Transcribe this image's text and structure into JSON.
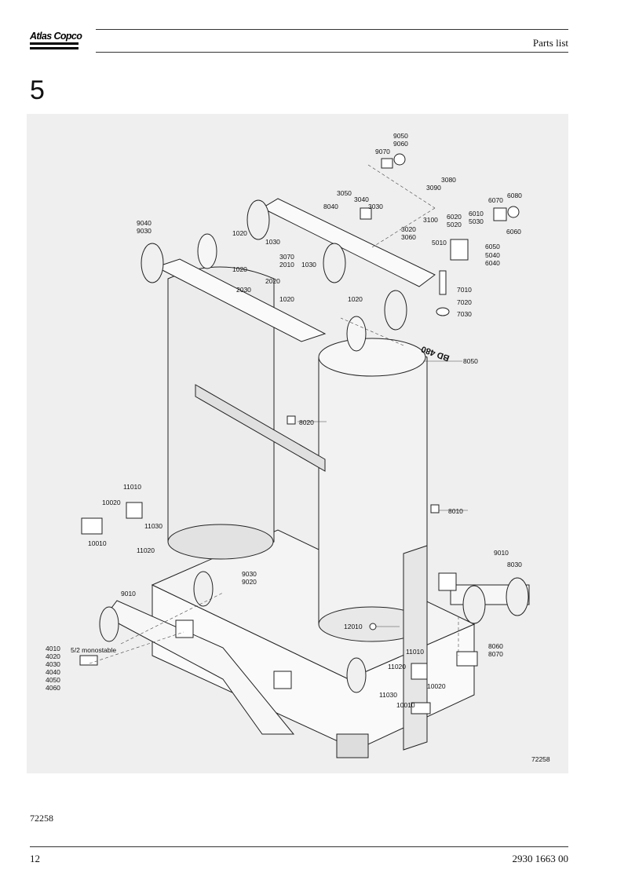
{
  "header": {
    "brand": "Atlas Copco",
    "section": "Parts list"
  },
  "section_number": "5",
  "drawing": {
    "callouts": [
      {
        "id": "c9050",
        "text": "9050"
      },
      {
        "id": "c9060",
        "text": "9060"
      },
      {
        "id": "c9070",
        "text": "9070"
      },
      {
        "id": "c3080",
        "text": "3080"
      },
      {
        "id": "c3090",
        "text": "3090"
      },
      {
        "id": "c3050",
        "text": "3050"
      },
      {
        "id": "c3040",
        "text": "3040"
      },
      {
        "id": "c8040",
        "text": "8040"
      },
      {
        "id": "c3030",
        "text": "3030"
      },
      {
        "id": "c3100",
        "text": "3100"
      },
      {
        "id": "c6070",
        "text": "6070"
      },
      {
        "id": "c6080",
        "text": "6080"
      },
      {
        "id": "c6020",
        "text": "6020"
      },
      {
        "id": "c5020",
        "text": "5020"
      },
      {
        "id": "c6010",
        "text": "6010"
      },
      {
        "id": "c5030",
        "text": "5030"
      },
      {
        "id": "c6060",
        "text": "6060"
      },
      {
        "id": "c9040",
        "text": "9040"
      },
      {
        "id": "c9030a",
        "text": "9030"
      },
      {
        "id": "c3020",
        "text": "3020"
      },
      {
        "id": "c3060",
        "text": "3060"
      },
      {
        "id": "c1020a",
        "text": "1020"
      },
      {
        "id": "c1030a",
        "text": "1030"
      },
      {
        "id": "c5010",
        "text": "5010"
      },
      {
        "id": "c6050",
        "text": "6050"
      },
      {
        "id": "c5040",
        "text": "5040"
      },
      {
        "id": "c6040",
        "text": "6040"
      },
      {
        "id": "c3070",
        "text": "3070"
      },
      {
        "id": "c2010",
        "text": "2010"
      },
      {
        "id": "c1030b",
        "text": "1030"
      },
      {
        "id": "c1020b",
        "text": "1020"
      },
      {
        "id": "c2020",
        "text": "2020"
      },
      {
        "id": "c2030",
        "text": "2030"
      },
      {
        "id": "c1020c",
        "text": "1020"
      },
      {
        "id": "c1020d",
        "text": "1020"
      },
      {
        "id": "c7010",
        "text": "7010"
      },
      {
        "id": "c7020",
        "text": "7020"
      },
      {
        "id": "c7030",
        "text": "7030"
      },
      {
        "id": "c8050",
        "text": "8050"
      },
      {
        "id": "c8020",
        "text": "8020"
      },
      {
        "id": "c11010a",
        "text": "11010"
      },
      {
        "id": "c10020a",
        "text": "10020"
      },
      {
        "id": "c11030a",
        "text": "11030"
      },
      {
        "id": "c10010a",
        "text": "10010"
      },
      {
        "id": "c11020a",
        "text": "11020"
      },
      {
        "id": "c8010",
        "text": "8010"
      },
      {
        "id": "c9010a",
        "text": "9010"
      },
      {
        "id": "c8030",
        "text": "8030"
      },
      {
        "id": "c9030b",
        "text": "9030"
      },
      {
        "id": "c9020",
        "text": "9020"
      },
      {
        "id": "c9010b",
        "text": "9010"
      },
      {
        "id": "c12010",
        "text": "12010"
      },
      {
        "id": "c4010",
        "text": "4010"
      },
      {
        "id": "c4020",
        "text": "4020"
      },
      {
        "id": "c4030",
        "text": "4030"
      },
      {
        "id": "c4040",
        "text": "4040"
      },
      {
        "id": "c4050",
        "text": "4050"
      },
      {
        "id": "c4060",
        "text": "4060"
      },
      {
        "id": "c52mono",
        "text": "5/2 monostable"
      },
      {
        "id": "c8060",
        "text": "8060"
      },
      {
        "id": "c8070",
        "text": "8070"
      },
      {
        "id": "c11010b",
        "text": "11010"
      },
      {
        "id": "c11020b",
        "text": "11020"
      },
      {
        "id": "c11030b",
        "text": "11030"
      },
      {
        "id": "c10020b",
        "text": "10020"
      },
      {
        "id": "c10010b",
        "text": "10010"
      }
    ],
    "nameplate": "BD 480",
    "drawing_ref": "72258"
  },
  "page_ref": "72258",
  "footer": {
    "page_number": "12",
    "doc_number": "2930 1663 00"
  }
}
